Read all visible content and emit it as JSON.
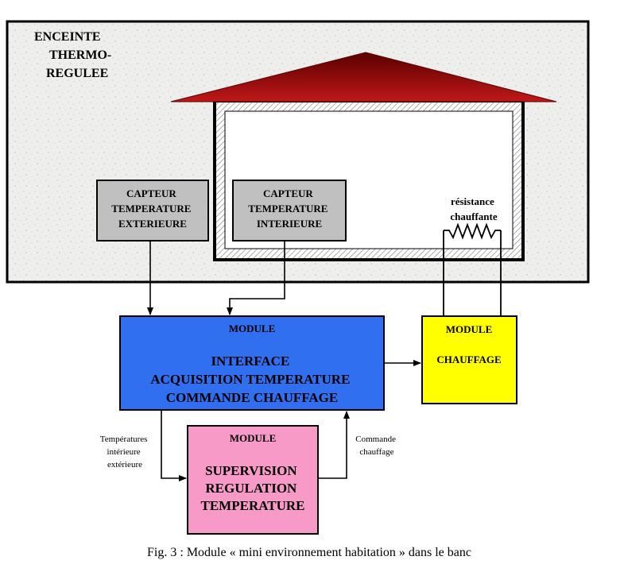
{
  "enclosure": {
    "label_lines": [
      "ENCEINTE",
      "THERMO-",
      "REGULEE"
    ]
  },
  "sensors": {
    "exterior": {
      "lines": [
        "CAPTEUR",
        "TEMPERATURE",
        "EXTERIEURE"
      ]
    },
    "interior": {
      "lines": [
        "CAPTEUR",
        "TEMPERATURE",
        "INTERIEURE"
      ]
    }
  },
  "heater": {
    "label_lines": [
      "résistance",
      "chauffante"
    ]
  },
  "interface_module": {
    "header": "MODULE",
    "lines": [
      "INTERFACE",
      "ACQUISITION TEMPERATURE",
      "COMMANDE CHAUFFAGE"
    ]
  },
  "heating_module": {
    "header": "MODULE",
    "line": "CHAUFFAGE"
  },
  "supervision_module": {
    "header": "MODULE",
    "lines": [
      "SUPERVISION",
      "REGULATION",
      "TEMPERATURE"
    ]
  },
  "annotations": {
    "temperatures": [
      "Températures",
      "intérieure",
      "extérieure"
    ],
    "command": [
      "Commande",
      "chauffage"
    ]
  },
  "caption": "Fig. 3 : Module « mini environnement habitation » dans le banc",
  "colors": {
    "roof_dark": "#6b0000",
    "roof_light": "#b81414",
    "interface_blue": "#2f6ff0",
    "heating_yellow": "#ffff00",
    "supervision_pink": "#f79ac8",
    "sensor_gray": "#c0c0c0",
    "enclosure_texture": "#eeeeec"
  }
}
